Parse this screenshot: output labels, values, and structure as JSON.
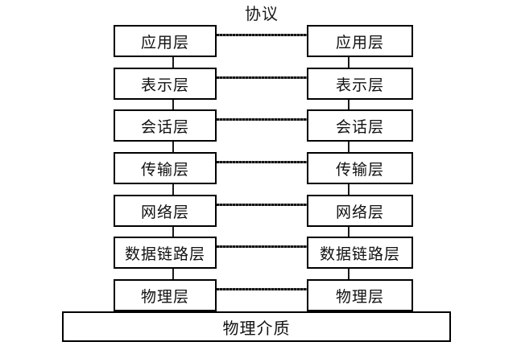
{
  "diagram": {
    "protocol_label": "协议",
    "left_stack": [
      "应用层",
      "表示层",
      "会话层",
      "传输层",
      "网络层",
      "数据链路层",
      "物理层"
    ],
    "right_stack": [
      "应用层",
      "表示层",
      "会话层",
      "传输层",
      "网络层",
      "数据链路层",
      "物理层"
    ],
    "medium_label": "物理介质"
  },
  "colors": {
    "background": "#ffffff",
    "stroke": "#000000",
    "protocol_line": "#141414",
    "text": "#111111"
  }
}
